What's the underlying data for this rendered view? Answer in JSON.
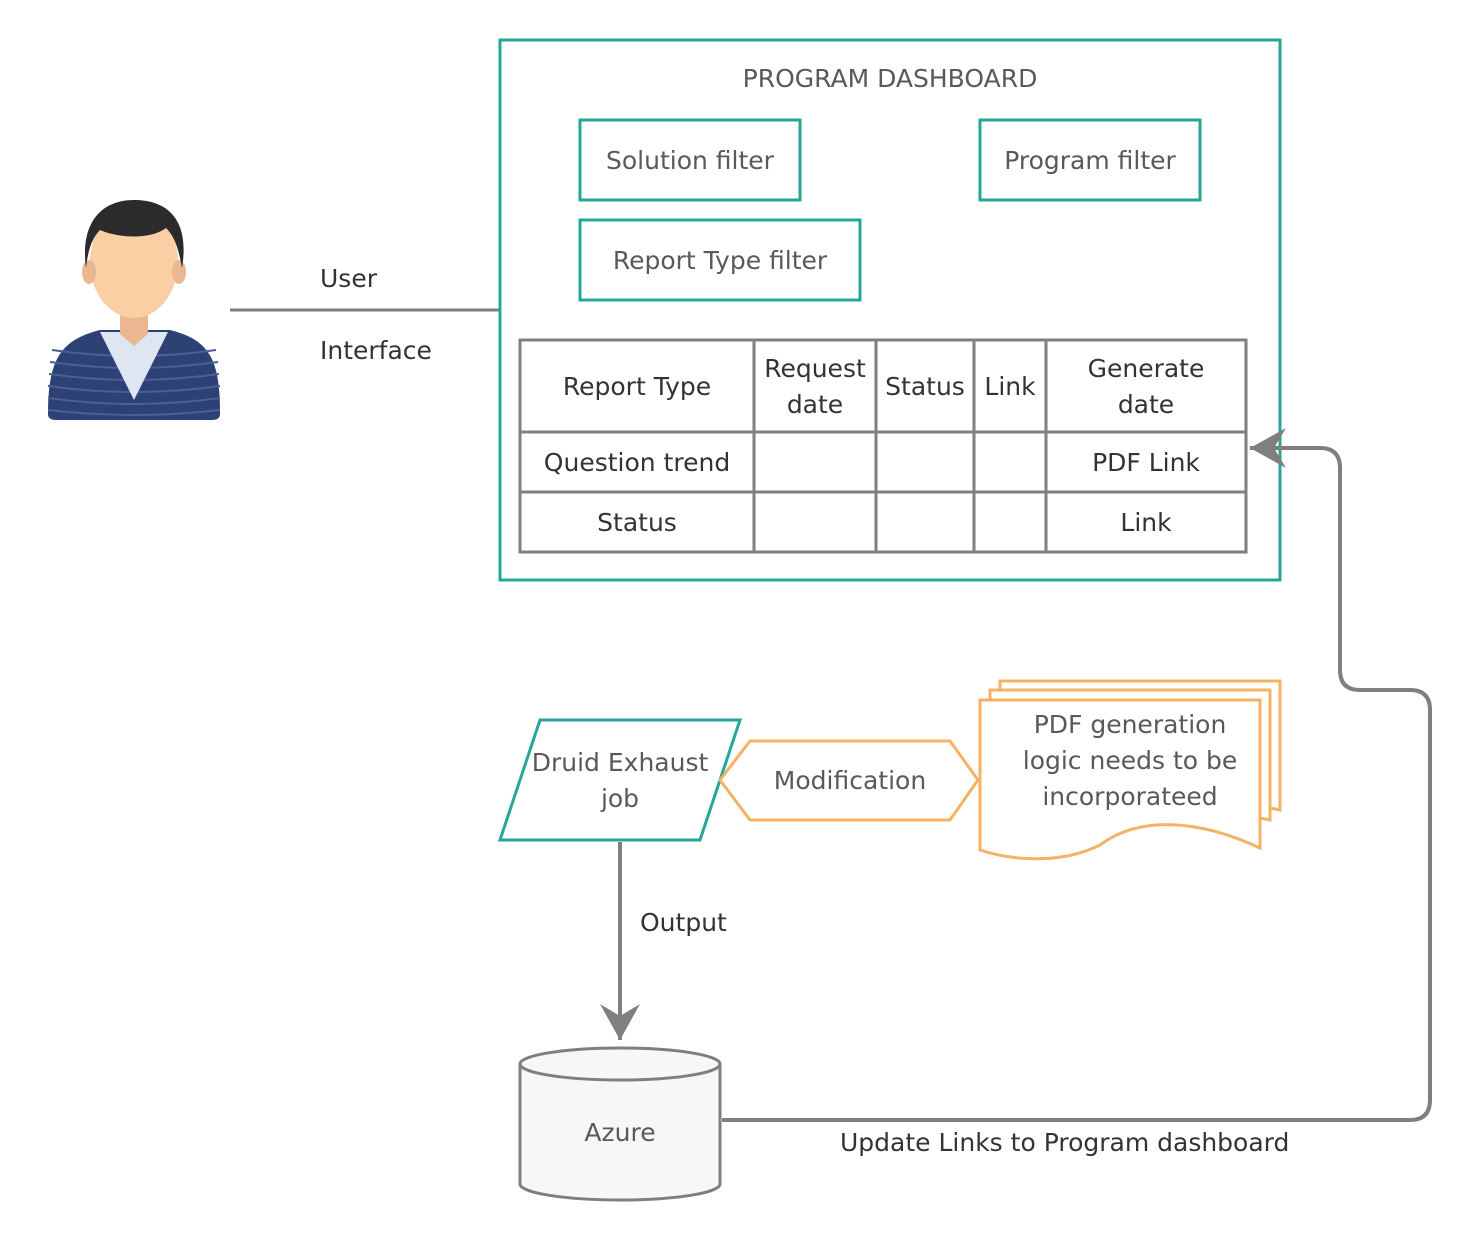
{
  "dashboard": {
    "title": "PROGRAM DASHBOARD",
    "filters": {
      "solution": "Solution filter",
      "program": "Program filter",
      "report_type": "Report Type filter"
    },
    "table": {
      "headers": [
        "Report Type",
        [
          "Request",
          "date"
        ],
        "Status",
        "Link",
        [
          "Generate",
          "date"
        ]
      ],
      "rows": [
        [
          "Question trend",
          "",
          "",
          "",
          "PDF Link"
        ],
        [
          "Status",
          "",
          "",
          "",
          "Link"
        ]
      ]
    }
  },
  "user_interface_label": {
    "line1": "User",
    "line2": "Interface"
  },
  "druid_job": {
    "line1": "Druid Exhaust",
    "line2": "job"
  },
  "modification": "Modification",
  "pdf_note": {
    "line1": "PDF generation",
    "line2": "logic needs to be",
    "line3": "incorporateed"
  },
  "output_label": "Output",
  "azure": "Azure",
  "update_label": "Update Links to Program dashboard",
  "colors": {
    "teal": "#26a69a",
    "orange": "#f5b266",
    "line_grey": "#7f7f7f",
    "user_shirt": "#2d4175",
    "user_skin": "#f9cfa3",
    "user_hair": "#2b2b2b"
  },
  "icons": [
    "user-avatar-icon"
  ]
}
